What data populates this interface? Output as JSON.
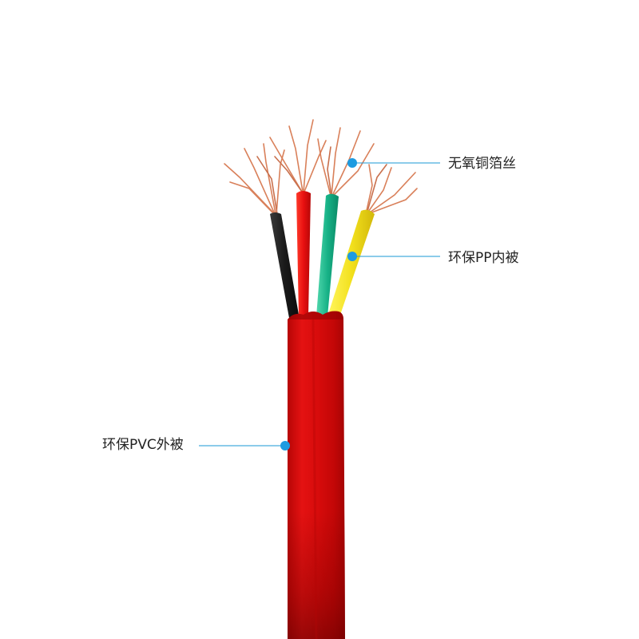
{
  "image": {
    "subject": "multi-core-cable",
    "colors": {
      "background": "#ffffff",
      "sheath": "#e00d0d",
      "sheath_shadow": "#9c0505",
      "core_black": "#1c1c1c",
      "core_red": "#e81010",
      "core_green": "#18b48a",
      "core_yellow": "#f2e01c",
      "copper": "#d9805a",
      "callout_line": "#1a9ad6",
      "callout_dot": "#1e9be0"
    }
  },
  "callouts": {
    "copper_conductor": "无氧铜箔丝",
    "inner_insulation": "环保PP内被",
    "outer_sheath": "环保PVC外被"
  }
}
